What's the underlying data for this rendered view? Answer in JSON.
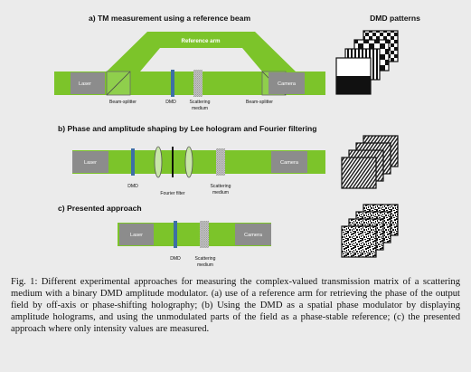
{
  "figure": {
    "dmd_patterns_title": "DMD patterns",
    "panel_a": {
      "title": "a) TM measurement using a reference beam",
      "laser": "Laser",
      "camera": "Camera",
      "reference_arm": "Reference arm",
      "beam_splitter_left": "Beam-splitter",
      "dmd": "DMD",
      "scattering_line1": "Scattering",
      "scattering_line2": "medium",
      "beam_splitter_right": "Beam-splitter"
    },
    "panel_b": {
      "title": "b) Phase and amplitude shaping by Lee hologram and Fourier filtering",
      "laser": "Laser",
      "camera": "Camera",
      "dmd": "DMD",
      "fourier_filter": "Fourier filter",
      "scattering_line1": "Scattering",
      "scattering_line2": "medium"
    },
    "panel_c": {
      "title": "c) Presented approach",
      "laser": "Laser",
      "camera": "Camera",
      "dmd": "DMD",
      "scattering_line1": "Scattering",
      "scattering_line2": "medium"
    }
  },
  "caption": "Fig. 1: Different experimental approaches for measuring the complex-valued transmission matrix of a scattering medium with a binary DMD amplitude modulator. (a) use of a reference arm for retrieving the phase of the output field by off-axis or phase-shifting holography; (b) Using the DMD as a spatial phase modulator by displaying amplitude holograms, and using the unmodulated parts of the field as a phase-stable reference; (c) the presented approach where only intensity values are measured.",
  "colors": {
    "beam": "#7cc42a",
    "beam_dark": "#5e9e1c",
    "box": "#8c8c8c",
    "dmd": "#3d6fa6"
  }
}
